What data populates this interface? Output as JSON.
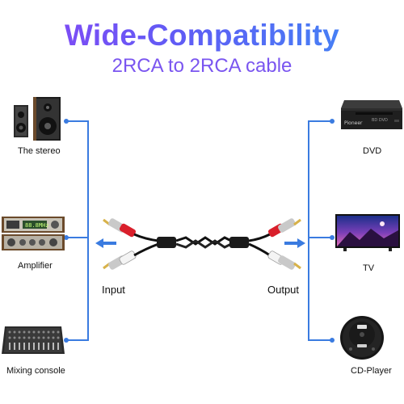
{
  "header": {
    "title": "Wide-Compatibility",
    "subtitle": "2RCA to 2RCA cable"
  },
  "left_devices": [
    {
      "label": "The stereo",
      "icon": "speaker-icon"
    },
    {
      "label": "Amplifier",
      "icon": "amplifier-icon"
    },
    {
      "label": "Mixing console",
      "icon": "mixer-icon"
    }
  ],
  "right_devices": [
    {
      "label": "DVD",
      "icon": "dvd-player-icon"
    },
    {
      "label": "TV",
      "icon": "tv-icon"
    },
    {
      "label": "CD-Player",
      "icon": "cd-player-icon"
    }
  ],
  "cable": {
    "input_label": "Input",
    "output_label": "Output"
  },
  "colors": {
    "accent": "#3a7be0",
    "title_gradient_start": "#8b45f5",
    "title_gradient_end": "#3c8df5",
    "subtitle": "#7a55f0"
  }
}
